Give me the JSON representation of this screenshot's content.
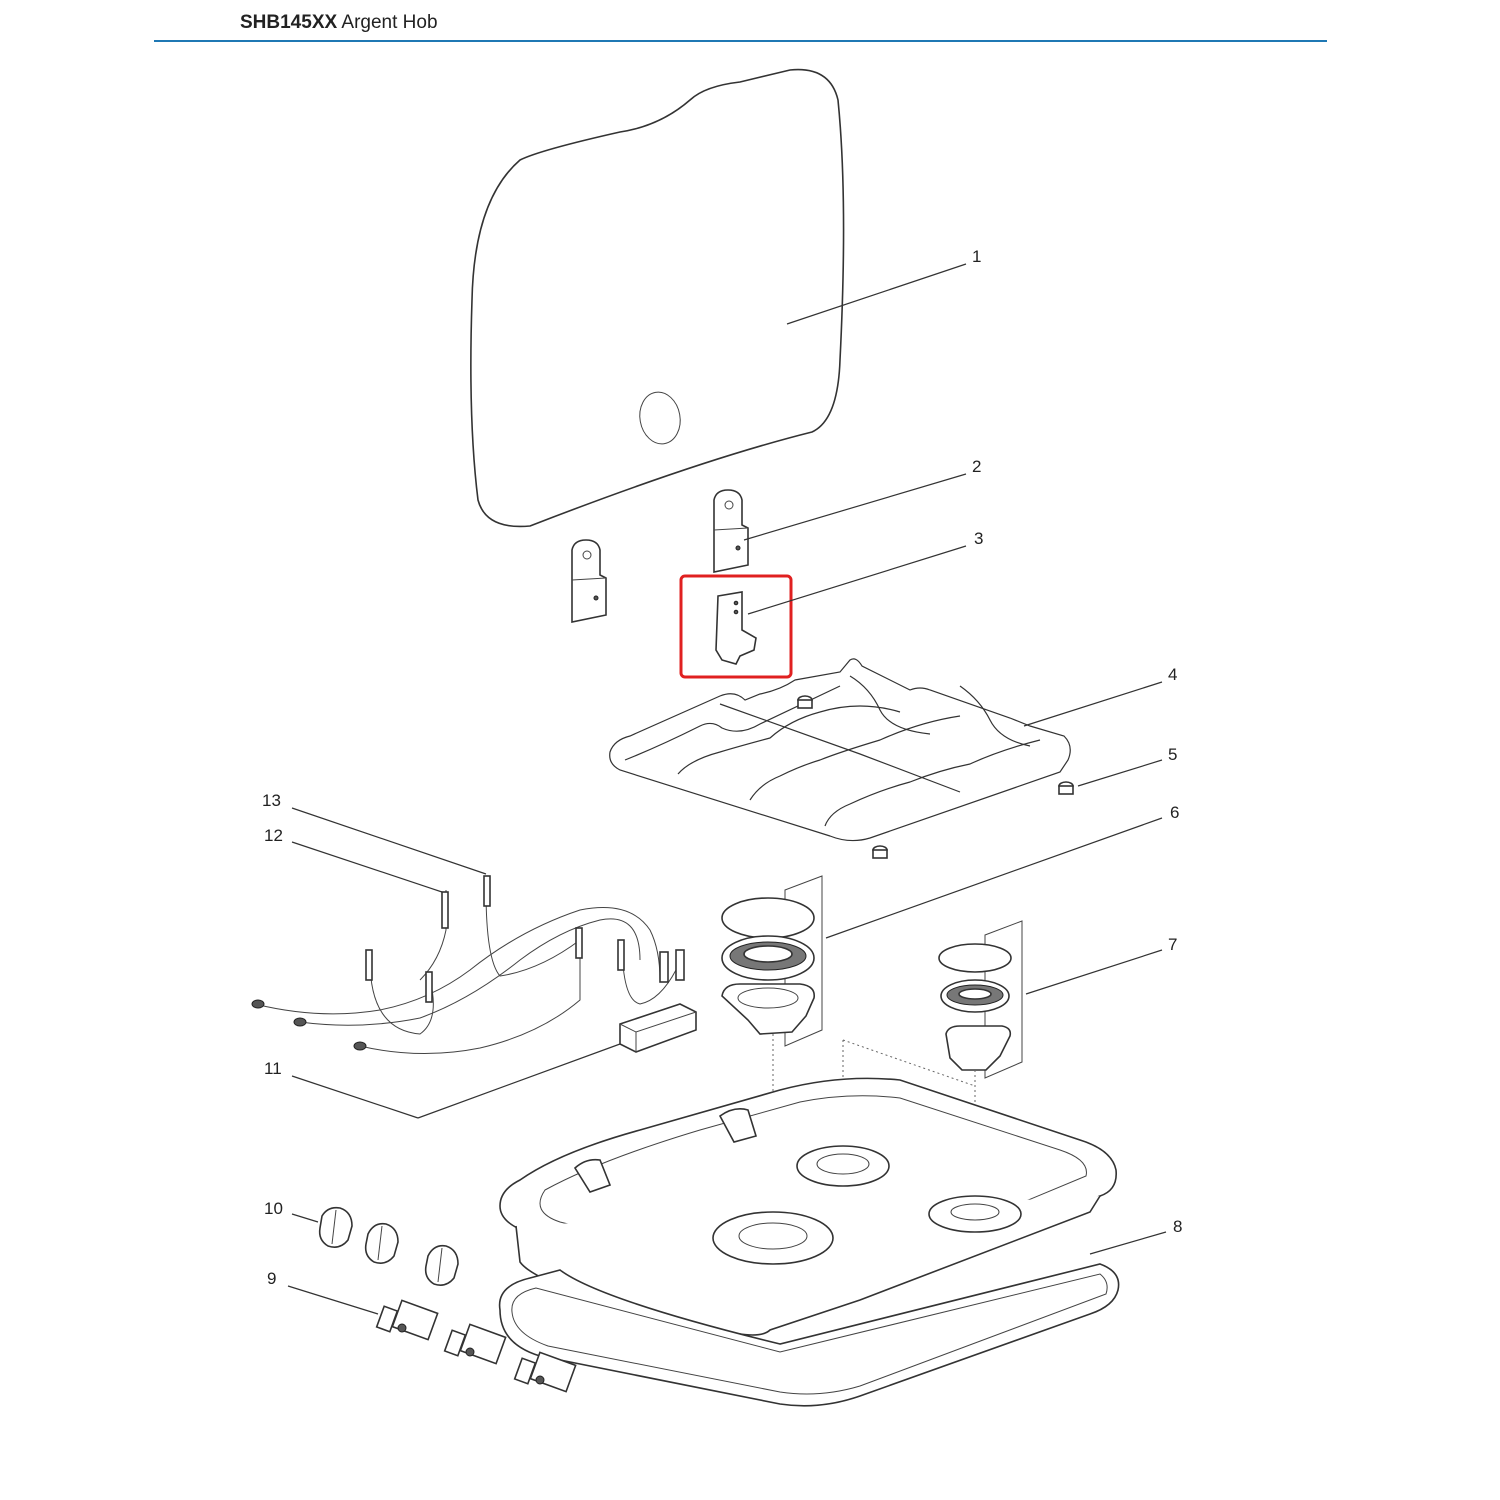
{
  "header": {
    "model": "SHB145XX",
    "title": "Argent Hob"
  },
  "callouts": [
    {
      "id": "1",
      "label": "1"
    },
    {
      "id": "2",
      "label": "2"
    },
    {
      "id": "3",
      "label": "3"
    },
    {
      "id": "4",
      "label": "4"
    },
    {
      "id": "5",
      "label": "5"
    },
    {
      "id": "6",
      "label": "6"
    },
    {
      "id": "7",
      "label": "7"
    },
    {
      "id": "8",
      "label": "8"
    },
    {
      "id": "9",
      "label": "9"
    },
    {
      "id": "10",
      "label": "10"
    },
    {
      "id": "11",
      "label": "11"
    },
    {
      "id": "12",
      "label": "12"
    },
    {
      "id": "13",
      "label": "13"
    }
  ],
  "highlight": {
    "part": "3",
    "color": "#e02020"
  },
  "colors": {
    "rule": "#1f78b4",
    "highlight": "#e02020"
  }
}
